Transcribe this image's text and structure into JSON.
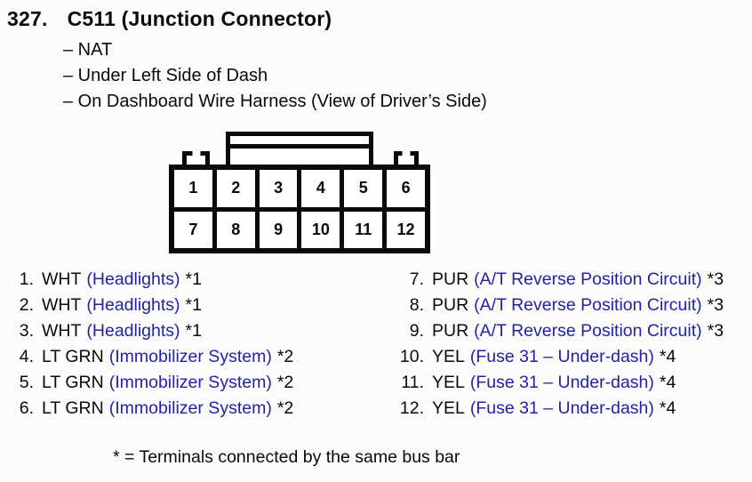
{
  "colors": {
    "paper": "#fcfcfa",
    "ink": "#0a0a0a",
    "circuit_blue": "#2222aa"
  },
  "header": {
    "number": "327.",
    "title": "C511 (Junction Connector)",
    "details": [
      "– NAT",
      "– Under Left Side of Dash",
      "– On Dashboard Wire Harness (View of Driver’s Side)"
    ]
  },
  "connector": {
    "rows": [
      [
        "1",
        "2",
        "3",
        "4",
        "5",
        "6"
      ],
      [
        "7",
        "8",
        "9",
        "10",
        "11",
        "12"
      ]
    ]
  },
  "pins": {
    "left": [
      {
        "num": "1.",
        "wire": "WHT",
        "circuit": "(Headlights)",
        "note": "*1"
      },
      {
        "num": "2.",
        "wire": "WHT",
        "circuit": "(Headlights)",
        "note": "*1"
      },
      {
        "num": "3.",
        "wire": "WHT",
        "circuit": "(Headlights)",
        "note": "*1"
      },
      {
        "num": "4.",
        "wire": "LT GRN",
        "circuit": "(Immobilizer System)",
        "note": "*2"
      },
      {
        "num": "5.",
        "wire": "LT GRN",
        "circuit": "(Immobilizer System)",
        "note": "*2"
      },
      {
        "num": "6.",
        "wire": "LT GRN",
        "circuit": "(Immobilizer System)",
        "note": "*2"
      }
    ],
    "right": [
      {
        "num": "7.",
        "wire": "PUR",
        "circuit": "(A/T Reverse Position Circuit)",
        "note": "*3"
      },
      {
        "num": "8.",
        "wire": "PUR",
        "circuit": "(A/T Reverse Position Circuit)",
        "note": "*3"
      },
      {
        "num": "9.",
        "wire": "PUR",
        "circuit": "(A/T Reverse Position Circuit)",
        "note": "*3"
      },
      {
        "num": "10.",
        "wire": "YEL",
        "circuit": "(Fuse 31 – Under-dash)",
        "note": "*4"
      },
      {
        "num": "11.",
        "wire": "YEL",
        "circuit": "(Fuse 31 – Under-dash)",
        "note": "*4"
      },
      {
        "num": "12.",
        "wire": "YEL",
        "circuit": "(Fuse 31 – Under-dash)",
        "note": "*4"
      }
    ]
  },
  "footer": {
    "note": "* = Terminals connected by the same bus bar"
  }
}
